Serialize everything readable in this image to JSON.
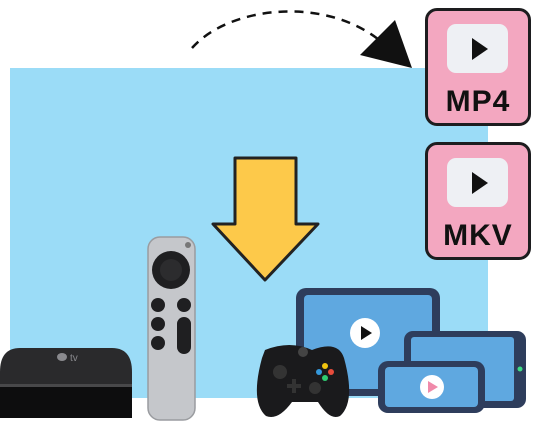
{
  "formats": [
    {
      "label": "MP4",
      "icon": "play-icon"
    },
    {
      "label": "MKV",
      "icon": "play-icon"
    }
  ],
  "apple_tv_logo": "tv",
  "colors": {
    "background_panel": "#9bdcf7",
    "format_card": "#f3a7c0",
    "arrow": "#fdc94a",
    "tablet_screen": "#5fa8e0",
    "phone_play": "#f08aaa"
  }
}
